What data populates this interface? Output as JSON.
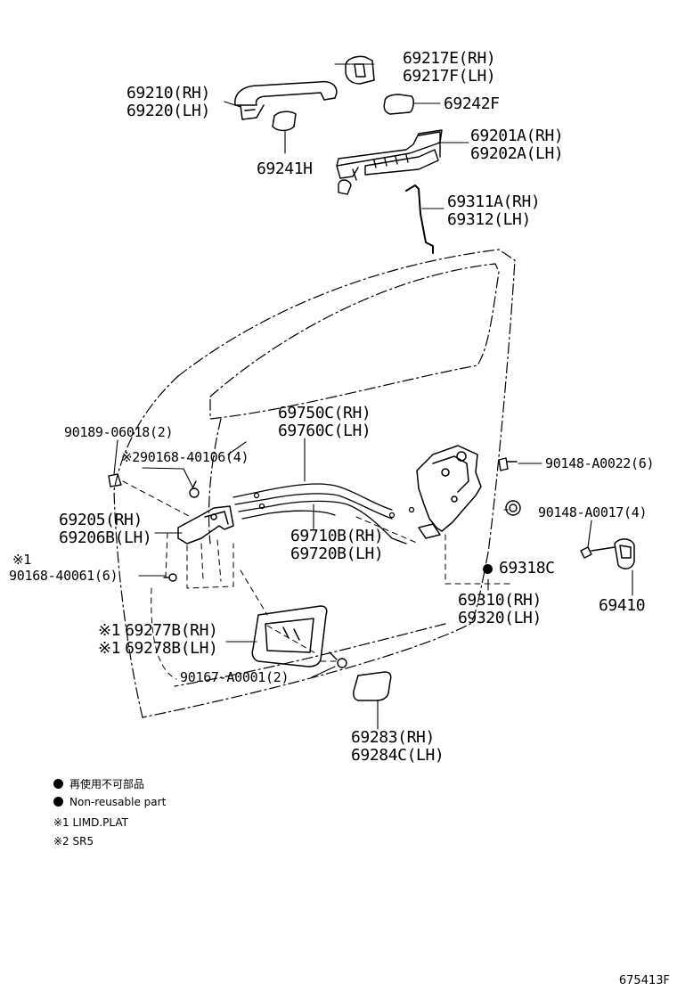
{
  "parts": {
    "outer_handle_cap": [
      "69217E(RH)",
      "69217F(LH)"
    ],
    "outer_handle": [
      "69210(RH)",
      "69220(LH)"
    ],
    "handle_pad_rear": "69242F",
    "handle_frame": [
      "69201A(RH)",
      "69202A(LH)"
    ],
    "handle_pad_front": "69241H",
    "lock_rod": [
      "69311A(RH)",
      "69312(LH)"
    ],
    "cable_set_upper": [
      "69750C(RH)",
      "69760C(LH)"
    ],
    "clip": "90189-06018(2)",
    "screw_inner_handle": "90168-40106(4)",
    "screw_lock": "90148-A0022(6)",
    "inner_handle": [
      "69205(RH)",
      "69206B(LH)"
    ],
    "screw_striker": "90148-A0017(4)",
    "cable_set_lower": [
      "69710B(RH)",
      "69720B(LH)"
    ],
    "screw_bezel": "90168-40061(6)",
    "lock_cover": "69318C",
    "striker": "69410",
    "lock_assembly": [
      "69310(RH)",
      "69320(LH)"
    ],
    "bezel": [
      "69277B(RH)",
      "69278B(LH)"
    ],
    "screw_bezel_2": "90167-A0001(2)",
    "pull_handle": [
      "69283(RH)",
      "69284C(LH)"
    ]
  },
  "marks": {
    "note1": "※1",
    "note2": "※2"
  },
  "legend": {
    "non_reusable_jp": "再使用不可部品",
    "non_reusable_en": "Non-reusable part",
    "note1": "※1  LIMD.PLAT",
    "note2": "※2  SR5"
  },
  "diagram_id": "675413F"
}
